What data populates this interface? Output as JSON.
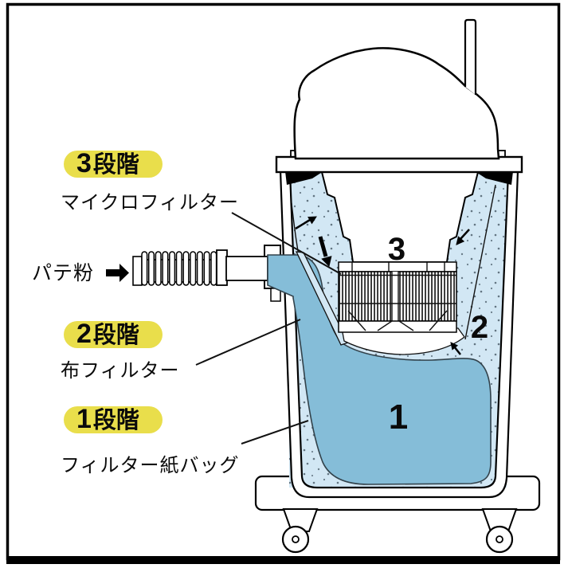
{
  "diagram": {
    "inlet": {
      "label": "パテ粉",
      "arrow_icon": "➡"
    },
    "stages": [
      {
        "id": 3,
        "badge_number": "3",
        "badge_suffix": "段階",
        "label": "マイクロフィルター",
        "zone_number": "3"
      },
      {
        "id": 2,
        "badge_number": "2",
        "badge_suffix": "段階",
        "label": "布フィルター",
        "zone_number": "2"
      },
      {
        "id": 1,
        "badge_number": "1",
        "badge_suffix": "段階",
        "label": "フィルター紙バッグ",
        "zone_number": "1"
      }
    ],
    "colors": {
      "badge_yellow": "#e9de4b",
      "pale_blue": "#d2e7f4",
      "medium_blue": "#85bdd8",
      "outline_black": "#000000"
    }
  }
}
